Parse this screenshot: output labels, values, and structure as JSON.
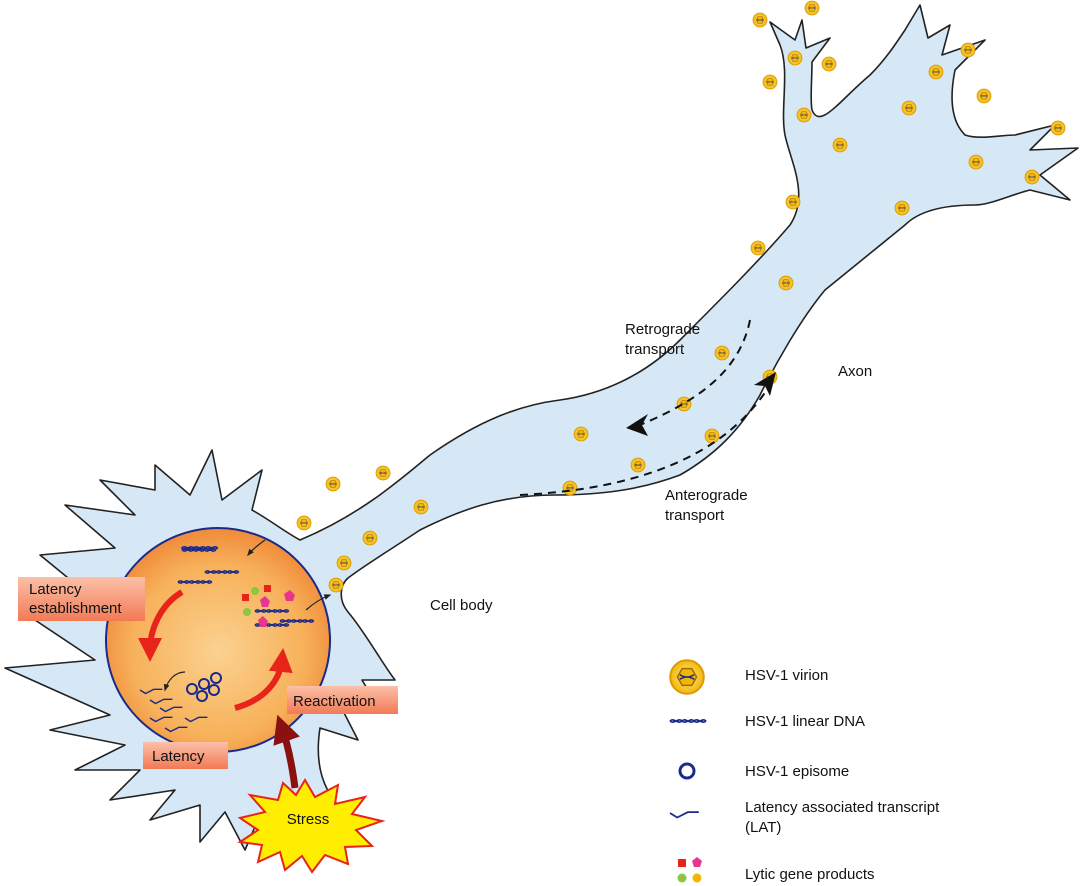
{
  "colors": {
    "neuron_fill": "#d6e8f5",
    "neuron_stroke": "#222222",
    "nucleus_fill": "#f7b15a",
    "nucleus_stroke": "#1a2a8a",
    "virion": "#f2b705",
    "dna": "#1a2a8a",
    "arrow_red": "#e8231a",
    "stress_arrow": "#8b1010",
    "label_box": "#f48a6a",
    "stress_fill": "#ffee00",
    "stress_stroke": "#e8231a"
  },
  "labels": {
    "retrograde": [
      "Retrograde",
      "transport"
    ],
    "anterograde": [
      "Anterograde",
      "transport"
    ],
    "axon": "Axon",
    "cell_body": "Cell body",
    "latency_establishment": [
      "Latency",
      "establishment"
    ],
    "latency": "Latency",
    "reactivation": "Reactivation",
    "stress": "Stress"
  },
  "legend": [
    {
      "icon": "virion-icon",
      "text": [
        "HSV-1 virion"
      ]
    },
    {
      "icon": "linear-dna-icon",
      "text": [
        "HSV-1 linear DNA"
      ]
    },
    {
      "icon": "episome-icon",
      "text": [
        "HSV-1 episome"
      ]
    },
    {
      "icon": "lat-icon",
      "text": [
        "Latency associated transcript",
        "(LAT)"
      ]
    },
    {
      "icon": "lytic-products-icon",
      "text": [
        "Lytic gene products"
      ]
    }
  ]
}
